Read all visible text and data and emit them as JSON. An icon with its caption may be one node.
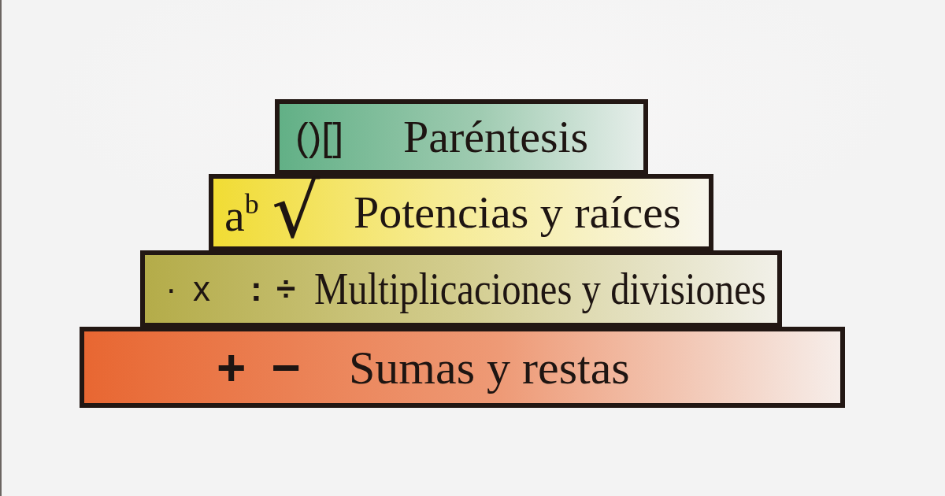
{
  "diagram": {
    "nodes": [
      {
        "text": [
          "()[]",
          "Paréntesis"
        ]
      },
      {
        "text": [
          "a$^{b}$",
          "√",
          "Potencias y raíces"
        ]
      },
      {
        "text": [
          "· x",
          ": ÷",
          "Multiplicaciones y divisiones"
        ]
      },
      {
        "text": [
          "+ −",
          "Sumas y restas"
        ]
      }
    ]
  }
}
